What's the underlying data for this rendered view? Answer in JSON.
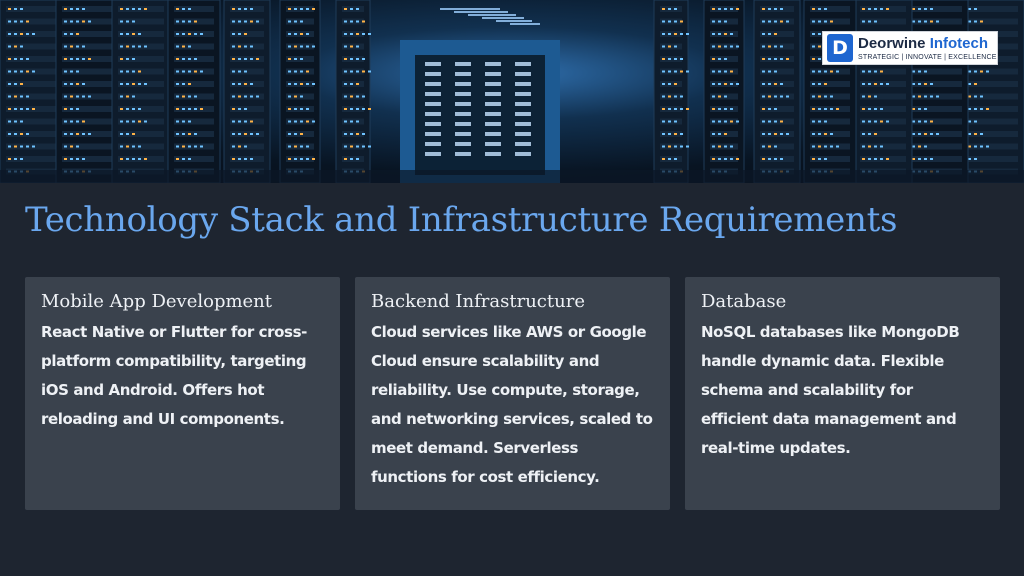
{
  "brand": {
    "logo_letter": "D",
    "name_part1": "Deorwine",
    "name_part2": "Infotech",
    "tagline": "STRATEGIC | INNOVATE | EXCELLENCE",
    "colors": {
      "primary": "#1e66d0",
      "dark": "#1c2a44"
    }
  },
  "hero": {
    "icon": "server-room-image"
  },
  "slide": {
    "title": "Technology Stack and Infrastructure Requirements"
  },
  "cards": [
    {
      "heading": "Mobile App Development",
      "body": "React Native or Flutter for cross-platform compatibility, targeting iOS and Android. Offers hot reloading and UI components."
    },
    {
      "heading": "Backend Infrastructure",
      "body": "Cloud services like AWS or Google Cloud ensure scalability and reliability. Use compute, storage, and networking services, scaled to meet demand. Serverless functions for cost efficiency."
    },
    {
      "heading": "Database",
      "body": "NoSQL databases like MongoDB handle dynamic data. Flexible schema and scalability for efficient data management and real-time updates."
    }
  ],
  "theme": {
    "background": "#1e2530",
    "card_background": "#3a424d",
    "title_color": "#6aa7ee",
    "text_color": "#eef1f5"
  }
}
